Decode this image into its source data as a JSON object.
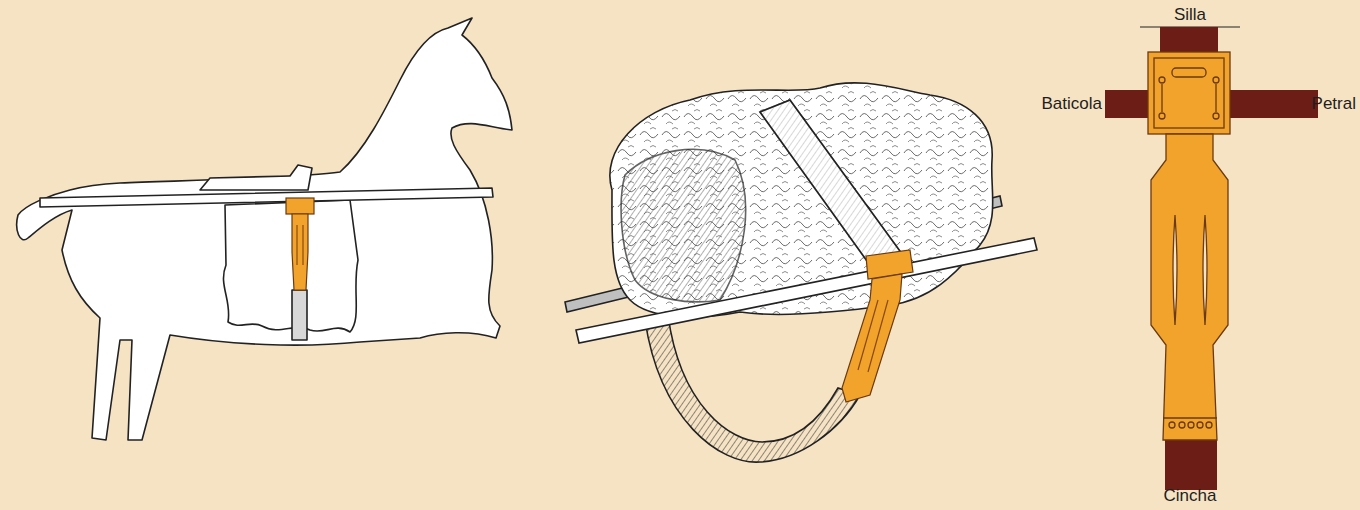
{
  "diagram": {
    "labels": [
      "Silla",
      "Baticola",
      "Petral",
      "Cincha"
    ]
  }
}
